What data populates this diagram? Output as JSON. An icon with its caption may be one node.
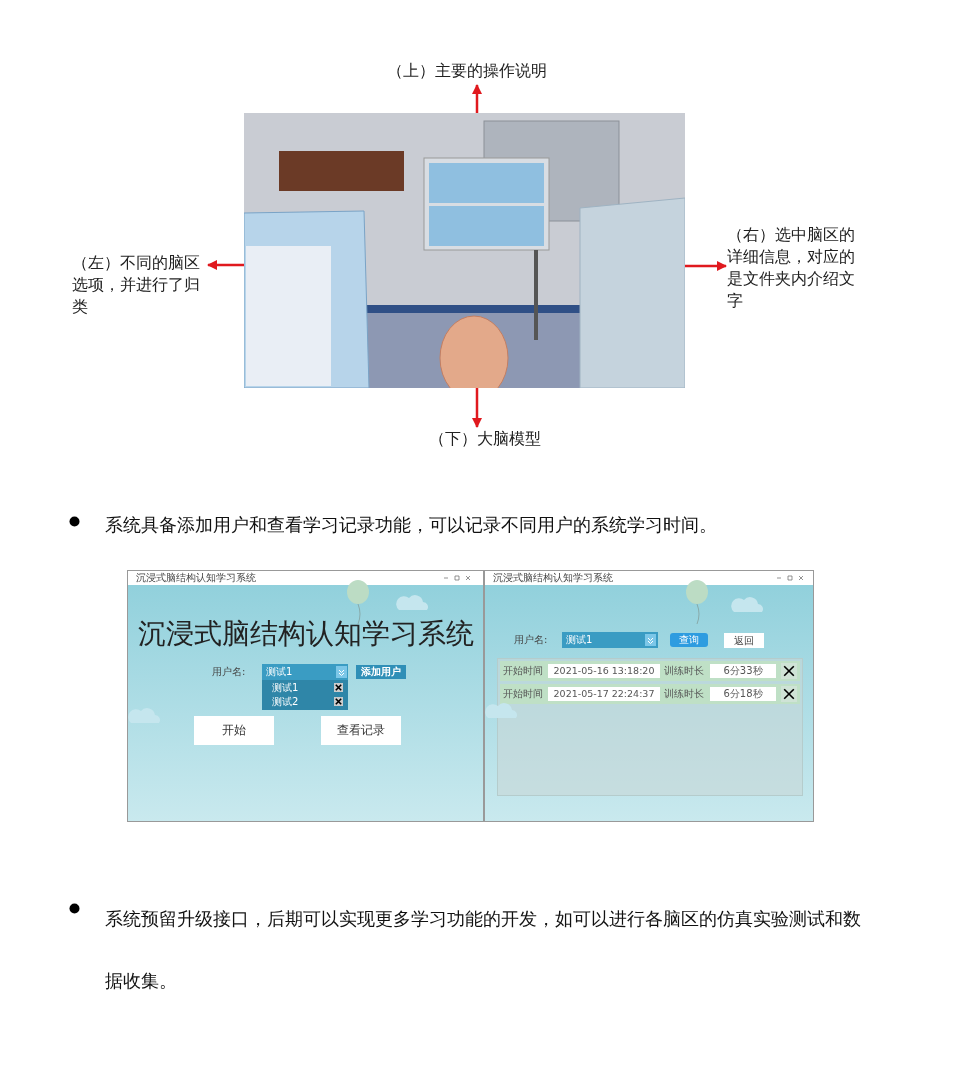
{
  "diagram": {
    "nodes": [
      {
        "text": [],
        "shape": "picture"
      },
      {
        "text": [
          "（上）主要的操作说明"
        ]
      },
      {
        "text": [
          "（左）不同的脑区选项，并进行了归类"
        ]
      },
      {
        "text": [
          "（右）选中脑区的详细信息，对应的是文件夹内介绍文字"
        ]
      },
      {
        "text": [
          "（下）大脑模型"
        ]
      }
    ],
    "edges": [
      {
        "from": 0,
        "to": 1,
        "arrow": "to"
      },
      {
        "from": 0,
        "to": 2,
        "arrow": "to"
      },
      {
        "from": 0,
        "to": 3,
        "arrow": "to"
      },
      {
        "from": 0,
        "to": 4,
        "arrow": "to"
      }
    ],
    "labels": [
      "系统具备添加用户和查看学习记录功能，可以记录不同用户的系统学习时间。",
      "沉浸式脑结构认知学习系统",
      "沉浸式脑结构认知学习系统",
      "用户名:",
      "测试1",
      "添加用户",
      "测试1",
      "测试2",
      "开始",
      "查看记录",
      "沉浸式脑结构认知学习系统",
      "用户名:",
      "测试1",
      "查询",
      "返回",
      "开始时间",
      "2021-05-16 13:18:20",
      "训练时长",
      "6分33秒",
      "开始时间",
      "2021-05-17 22:24:37",
      "训练时长",
      "6分18秒",
      "系统预留升级接口，后期可以实现更多学习功能的开发，如可以进行各脑区的仿真实验测试和数据收集。"
    ]
  }
}
